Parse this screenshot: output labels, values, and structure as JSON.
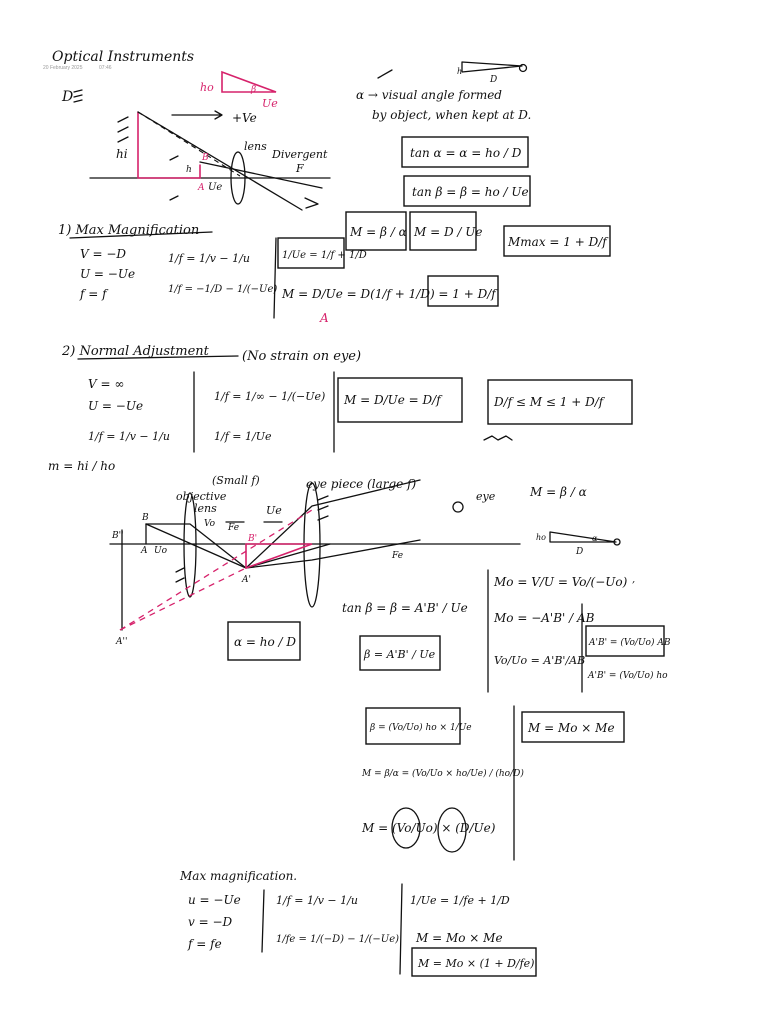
{
  "header": {
    "title": "Optical Instruments",
    "date": "20 February 2025",
    "time": "07:46"
  },
  "intro": {
    "d_mark": "D",
    "ho": "ho",
    "beta": "β",
    "ue": "Ue",
    "plus_ve": "+Ve",
    "hi": "hi",
    "lens": "lens",
    "divergent": "Divergent",
    "f": "F",
    "alpha_def_1": "α → visual angle formed",
    "alpha_def_2": "by object, when kept at D.",
    "tan_alpha": "tan α = α = ho / D",
    "tan_beta": "tan β = β = ho / Ue"
  },
  "max_mag": {
    "heading": "1) Max Magnification",
    "v": "V = −D",
    "u": "U = −Ue",
    "f": "f = f",
    "lens_eq": "1/f = 1/v − 1/u",
    "sub": "1/f = −1/D − 1/(−Ue)",
    "recip": "1/Ue = 1/f + 1/D",
    "m_beta": "M = β / α",
    "m_d": "M = D / Ue",
    "m_max": "Mmax = 1 + D/f",
    "m_result": "M = D/Ue = D(1/f + 1/D) = 1 + D/f",
    "marker": "A"
  },
  "normal_adj": {
    "heading": "2) Normal Adjustment",
    "note": "(No strain on eye)",
    "v": "V = ∞",
    "u": "U = −Ue",
    "lens_eq": "1/f = 1/v − 1/u",
    "sub": "1/f = 1/∞ − 1/(−Ue)",
    "recip": "1/f = 1/Ue",
    "m_eq": "M = D/Ue = D/f",
    "range": "D/f ≤ M ≤ 1 + D/f"
  },
  "microscope": {
    "m_hi": "m = hi / ho",
    "small_f": "(Small f)",
    "objective": "objective",
    "obj_lens": "lens",
    "eyepiece": "eye piece (large f)",
    "eye": "eye",
    "vo": "Vo",
    "fe": "Fe",
    "ue": "Ue",
    "uo": "Uo",
    "b_label": "B",
    "a_label": "A",
    "a1": "A'",
    "b1": "B'",
    "a2": "A''",
    "b2": "B''",
    "m_ba": "M = β / α",
    "alpha": "α",
    "d": "D",
    "ho": "ho",
    "tan_beta": "tan β = β = A'B' / Ue",
    "beta_eq": "β = A'B' / Ue",
    "alpha_eq": "α = ho / D",
    "mo_1": "Mo = V/U = Vo/(−Uo)",
    "mo_2": "Mo = −A'B' / AB",
    "mo_3": "Vo/Uo = A'B'/AB",
    "ab_1": "A'B' = (Vo/Uo) AB",
    "ab_2": "A'B' = (Vo/Uo) ho",
    "beta_sub": "β = (Vo/Uo) ho × 1/Ue",
    "m_frac": "M = β/α = (Vo/Uo × ho/Ue) / (ho/D)",
    "m_final": "M = (Vo/Uo) × (D/Ue)",
    "m_prod": "M = Mo × Me"
  },
  "max_mag_2": {
    "heading": "Max magnification.",
    "u": "u = −Ue",
    "v": "v = −D",
    "f": "f = fe",
    "lens_eq": "1/f = 1/v − 1/u",
    "sub": "1/fe = 1/(−D) − 1/(−Ue)",
    "recip": "1/Ue = 1/fe + 1/D",
    "m_prod": "M = Mo × Me",
    "m_final": "M = Mo × (1 + D/fe)"
  }
}
